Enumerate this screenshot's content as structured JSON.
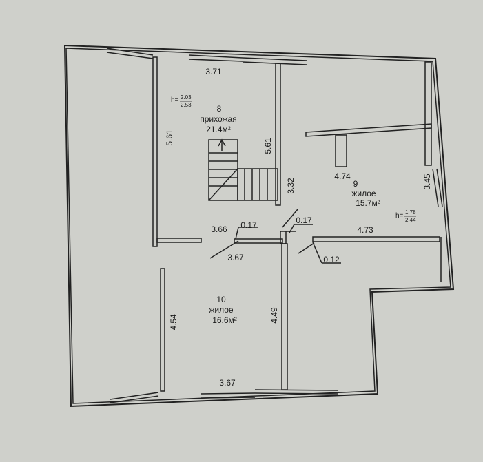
{
  "rooms": [
    {
      "number": "8",
      "name": "прихожая",
      "area": "21.4м²",
      "height_label": "h=",
      "height_top": "2.03",
      "height_bottom": "2.53"
    },
    {
      "number": "9",
      "name": "жилое",
      "area": "15.7м²",
      "height_label": "h=",
      "height_top": "1.78",
      "height_bottom": "2.44"
    },
    {
      "number": "10",
      "name": "жилое",
      "area": "16.6м²"
    }
  ],
  "dimensions": {
    "d_3_71": "3.71",
    "d_5_61_left": "5.61",
    "d_5_61_right": "5.61",
    "d_3_32": "3.32",
    "d_4_74": "4.74",
    "d_3_45": "3.45",
    "d_3_66": "3.66",
    "d_0_17_a": "0.17",
    "d_0_17_b": "0.17",
    "d_4_73": "4.73",
    "d_3_67_top": "3.67",
    "d_0_12": "0.12",
    "d_4_54": "4.54",
    "d_4_49": "4.49",
    "d_3_67_bottom": "3.67"
  },
  "colors": {
    "background": "#cfd0cb",
    "line": "#222222"
  }
}
